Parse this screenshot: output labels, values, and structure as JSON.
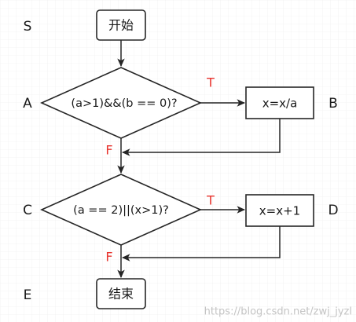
{
  "diagram": {
    "row_labels": {
      "S": "S",
      "A": "A",
      "B": "B",
      "C": "C",
      "D": "D",
      "E": "E"
    },
    "nodes": {
      "start": "开始",
      "decision1": "(a>1)&&(b == 0)?",
      "process1": "x=x/a",
      "decision2": "(a == 2)||(x>1)?",
      "process2": "x=x+1",
      "end": "结束"
    },
    "edge_labels": {
      "d1_true": "T",
      "d1_false": "F",
      "d2_true": "T",
      "d2_false": "F"
    },
    "watermark": "https://blog.csdn.net/zwj_jyzl"
  },
  "colors": {
    "line": "#262626",
    "grid": "#e6e6e6",
    "label_red": "#e8342e",
    "text": "#1a1a1a",
    "watermark": "#c4c4c4",
    "background": "#ffffff"
  }
}
